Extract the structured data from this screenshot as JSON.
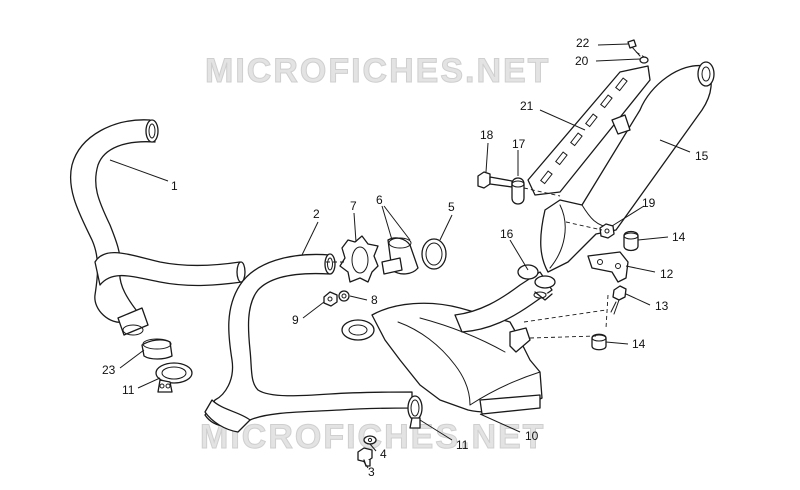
{
  "watermark": {
    "text": "MICROFICHES.NET"
  },
  "callouts": [
    {
      "id": "1",
      "label": "1"
    },
    {
      "id": "2",
      "label": "2"
    },
    {
      "id": "3",
      "label": "3"
    },
    {
      "id": "4",
      "label": "4"
    },
    {
      "id": "5",
      "label": "5"
    },
    {
      "id": "6",
      "label": "6"
    },
    {
      "id": "7",
      "label": "7"
    },
    {
      "id": "8",
      "label": "8"
    },
    {
      "id": "9",
      "label": "9"
    },
    {
      "id": "10",
      "label": "10"
    },
    {
      "id": "11a",
      "label": "11"
    },
    {
      "id": "11b",
      "label": "11"
    },
    {
      "id": "12",
      "label": "12"
    },
    {
      "id": "13",
      "label": "13"
    },
    {
      "id": "14a",
      "label": "14"
    },
    {
      "id": "14b",
      "label": "14"
    },
    {
      "id": "15",
      "label": "15"
    },
    {
      "id": "16",
      "label": "16"
    },
    {
      "id": "17",
      "label": "17"
    },
    {
      "id": "18",
      "label": "18"
    },
    {
      "id": "19",
      "label": "19"
    },
    {
      "id": "20",
      "label": "20"
    },
    {
      "id": "21",
      "label": "21"
    },
    {
      "id": "22",
      "label": "22"
    },
    {
      "id": "23",
      "label": "23"
    }
  ]
}
